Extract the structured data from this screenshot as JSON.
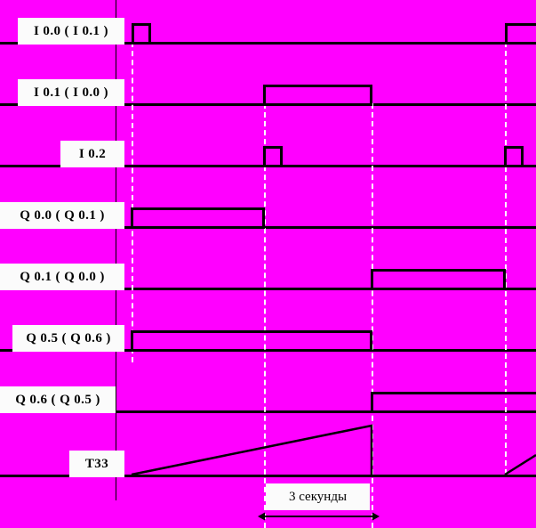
{
  "diagram": {
    "title": "PLC timing diagram",
    "background_color": "#ff00ff",
    "line_color": "#000000",
    "label_bg_color": "#fbfbfb",
    "dashed_color": "#ffffff"
  },
  "signals": [
    {
      "id": "i00",
      "label": "I 0.0  ( I 0.1 )"
    },
    {
      "id": "i01",
      "label": "I 0.1 ( I 0.0 )"
    },
    {
      "id": "i02",
      "label": "I 0.2"
    },
    {
      "id": "q00",
      "label": "Q 0.0  ( Q 0.1 )"
    },
    {
      "id": "q01",
      "label": "Q 0.1  ( Q 0.0 )"
    },
    {
      "id": "q05",
      "label": "Q 0.5 ( Q 0.6 )"
    },
    {
      "id": "q06",
      "label": "Q 0.6  ( Q 0.5 )"
    },
    {
      "id": "t33",
      "label": "T33"
    }
  ],
  "annotation": {
    "duration_label": "3 секунды"
  },
  "chart_data": {
    "type": "timing",
    "title": "PLC timing diagram",
    "xlabel": "",
    "ylabel": "",
    "time_markers": [
      148,
      297,
      418,
      568
    ],
    "duration_span": {
      "from": 297,
      "to": 418,
      "label": "3 секунды"
    },
    "series": [
      {
        "name": "I 0.0  ( I 0.1 )",
        "kind": "digital",
        "pulses": [
          {
            "start": 148,
            "end": 168
          },
          {
            "start": 568,
            "end": 603
          }
        ]
      },
      {
        "name": "I 0.1 ( I 0.0 )",
        "kind": "digital",
        "pulses": [
          {
            "start": 297,
            "end": 418
          }
        ]
      },
      {
        "name": "I 0.2",
        "kind": "digital",
        "pulses": [
          {
            "start": 297,
            "end": 317
          },
          {
            "start": 568,
            "end": 588
          }
        ]
      },
      {
        "name": "Q 0.0  ( Q 0.1 )",
        "kind": "digital",
        "pulses": [
          {
            "start": 148,
            "end": 297
          }
        ]
      },
      {
        "name": "Q 0.1  ( Q 0.0 )",
        "kind": "digital",
        "pulses": [
          {
            "start": 418,
            "end": 568
          }
        ]
      },
      {
        "name": "Q 0.5 ( Q 0.6 )",
        "kind": "digital",
        "pulses": [
          {
            "start": 148,
            "end": 418
          }
        ]
      },
      {
        "name": "Q 0.6  ( Q 0.5 )",
        "kind": "digital",
        "pulses": [
          {
            "start": 418,
            "end": 603
          }
        ]
      },
      {
        "name": "T33",
        "kind": "ramp",
        "ramps": [
          {
            "start": 148,
            "end": 418,
            "rise": 55
          },
          {
            "start": 568,
            "end": 603,
            "rise": 22
          }
        ]
      }
    ]
  }
}
